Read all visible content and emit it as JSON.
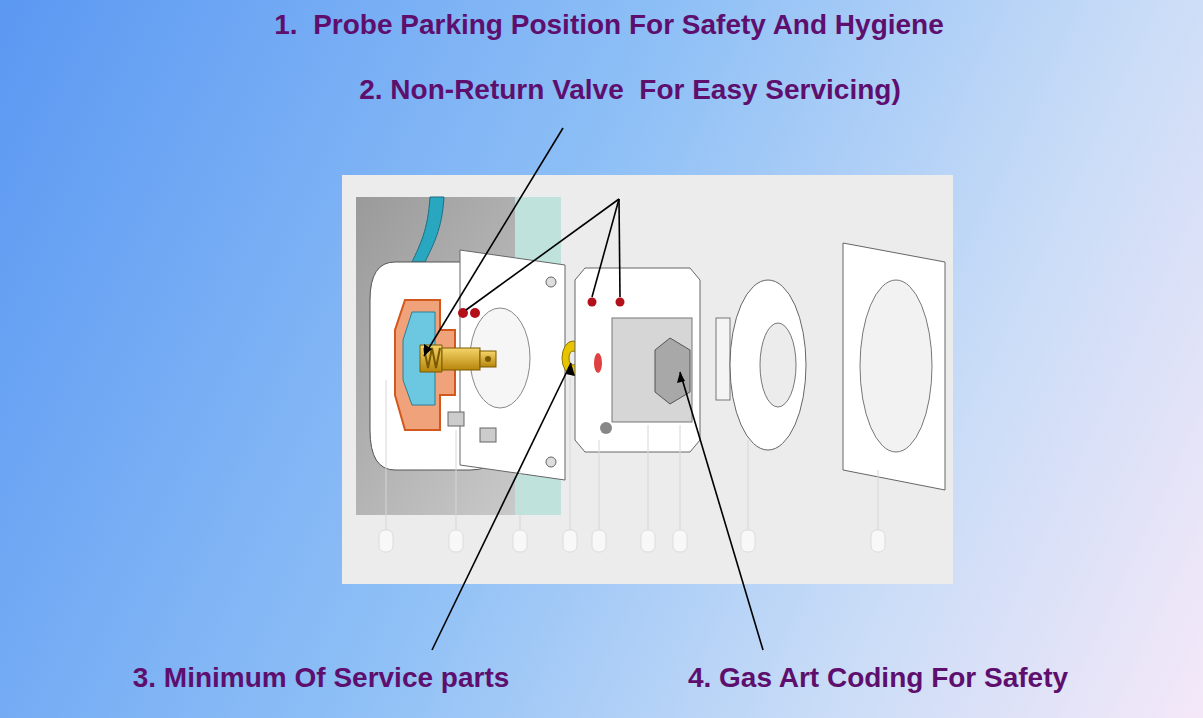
{
  "diagram": {
    "labels": [
      "1.  Probe Parking Position For Safety And Hygiene",
      "2. Non-Return Valve  For Easy Servicing)",
      "3. Minimum Of Service parts",
      "4. Gas Art Coding For Safety"
    ]
  }
}
